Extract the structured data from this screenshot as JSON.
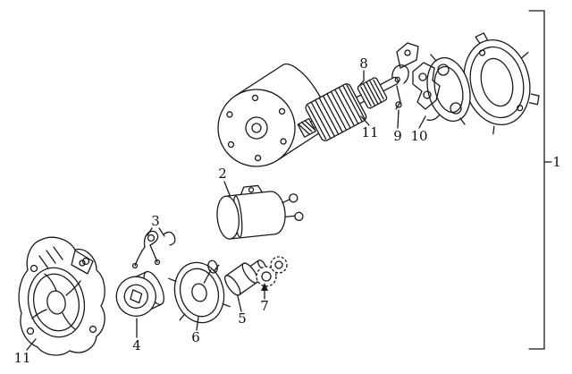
{
  "canvas": {
    "background_color": "#ffffff",
    "line_color": "#1a1a1a"
  },
  "diagram": {
    "type": "exploded-parts-line-drawing",
    "callouts": {
      "c1": "1",
      "c2": "2",
      "c3": "3",
      "c4": "4",
      "c5": "5",
      "c6": "6",
      "c7": "7",
      "c8": "8",
      "c9": "9",
      "c10": "10",
      "c11_armature": "11",
      "c11_housing": "11"
    }
  }
}
